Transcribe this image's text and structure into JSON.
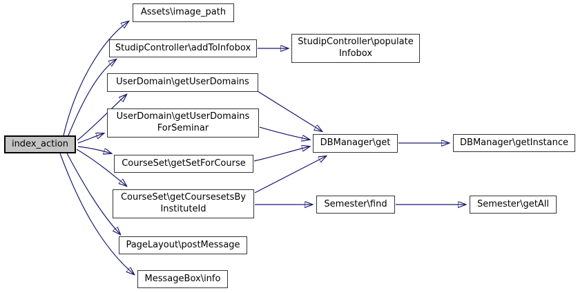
{
  "diagram": {
    "type": "call-graph",
    "root": "index_action",
    "colors": {
      "edge": "#191970",
      "node_border": "#333333",
      "node_fill": "#ffffff",
      "root_fill": "#c4c4c4",
      "text": "#000000",
      "background": "#ffffff"
    },
    "nodes": {
      "index_action": {
        "label": "index_action",
        "highlighted": true
      },
      "assets_image_path": {
        "label": "Assets\\image_path"
      },
      "add_to_infobox": {
        "label": "StudipController\\addToInfobox"
      },
      "populate_infobox": {
        "lines": [
          "StudipController\\populate",
          "Infobox"
        ]
      },
      "get_user_domains": {
        "label": "UserDomain\\getUserDomains"
      },
      "get_user_domains_for_seminar": {
        "lines": [
          "UserDomain\\getUserDomains",
          "ForSeminar"
        ]
      },
      "get_set_for_course": {
        "label": "CourseSet\\getSetForCourse"
      },
      "get_coursesets_by_institute_id": {
        "lines": [
          "CourseSet\\getCoursesetsBy",
          "InstituteId"
        ]
      },
      "post_message": {
        "label": "PageLayout\\postMessage"
      },
      "message_box_info": {
        "label": "MessageBox\\info"
      },
      "db_manager_get": {
        "label": "DBManager\\get"
      },
      "db_manager_get_instance": {
        "label": "DBManager\\getInstance"
      },
      "semester_find": {
        "label": "Semester\\find"
      },
      "semester_get_all": {
        "label": "Semester\\getAll"
      }
    },
    "edges": [
      {
        "from": "index_action",
        "to": "assets_image_path"
      },
      {
        "from": "index_action",
        "to": "add_to_infobox"
      },
      {
        "from": "index_action",
        "to": "get_user_domains"
      },
      {
        "from": "index_action",
        "to": "get_user_domains_for_seminar"
      },
      {
        "from": "index_action",
        "to": "get_set_for_course"
      },
      {
        "from": "index_action",
        "to": "get_coursesets_by_institute_id"
      },
      {
        "from": "index_action",
        "to": "post_message"
      },
      {
        "from": "index_action",
        "to": "message_box_info"
      },
      {
        "from": "add_to_infobox",
        "to": "populate_infobox"
      },
      {
        "from": "get_user_domains",
        "to": "db_manager_get"
      },
      {
        "from": "get_user_domains_for_seminar",
        "to": "db_manager_get"
      },
      {
        "from": "get_set_for_course",
        "to": "db_manager_get"
      },
      {
        "from": "get_coursesets_by_institute_id",
        "to": "db_manager_get"
      },
      {
        "from": "get_coursesets_by_institute_id",
        "to": "semester_find"
      },
      {
        "from": "db_manager_get",
        "to": "db_manager_get_instance"
      },
      {
        "from": "semester_find",
        "to": "semester_get_all"
      }
    ]
  }
}
